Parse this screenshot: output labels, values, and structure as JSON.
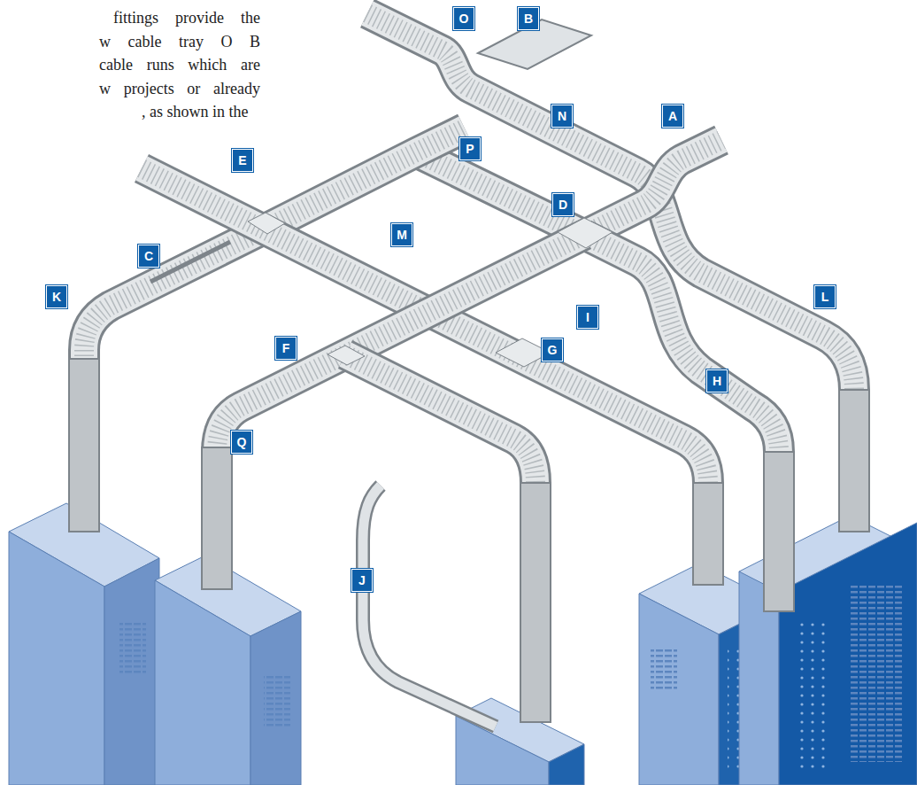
{
  "diagram": {
    "labels": [
      "fittings provide the",
      "w cable tray O B",
      "cable runs which are",
      "w projects or already",
      ", as shown in the",
      "O",
      "B",
      "E",
      "P",
      "N",
      "A",
      "D",
      "C",
      "M",
      "K",
      "L",
      "I",
      "F",
      "G",
      "H",
      "Q",
      "J"
    ]
  }
}
